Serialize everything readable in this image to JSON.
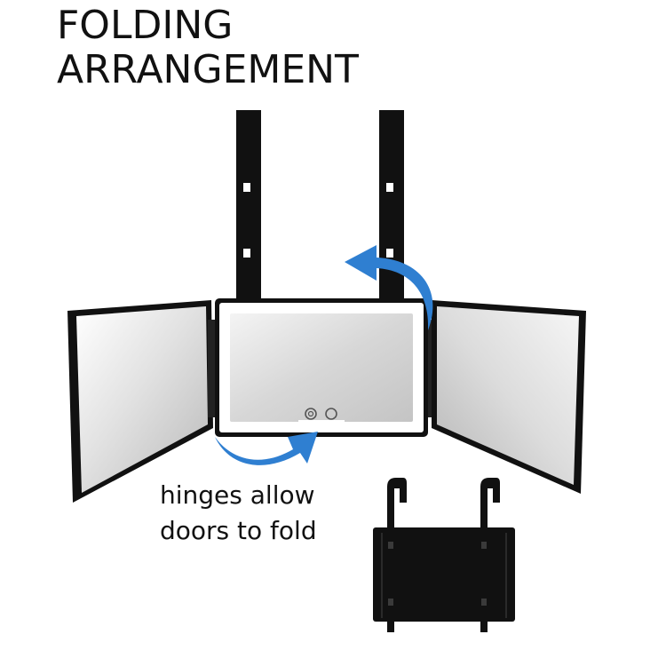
{
  "title": {
    "line1": "FOLDING",
    "line2": "ARRANGEMENT"
  },
  "caption": {
    "line1": "hinges allow",
    "line2": "doors to fold"
  },
  "colors": {
    "frame": "#111111",
    "arrow": "#2f7fd1",
    "mirror_light": "#ffffff",
    "mirror_grey": "#c9c9c9"
  },
  "icons": {
    "power": "power-button-icon",
    "dimmer": "light-button-icon"
  }
}
